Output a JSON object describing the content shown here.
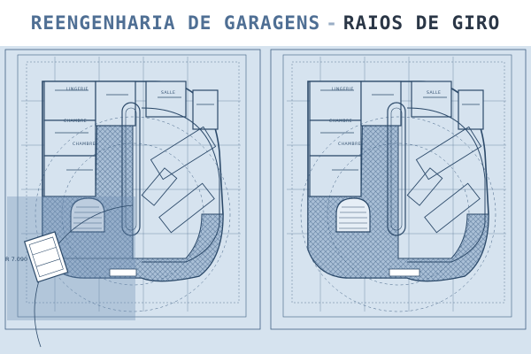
{
  "title": {
    "part1": "REENGENHARIA DE GARAGENS",
    "separator": "-",
    "part2": "RAIOS DE GIRO"
  },
  "plans": {
    "left": {
      "radius_label": "R 7.090",
      "room_labels": [
        "LINGERIE",
        "SALLE",
        "CHAMBRE",
        "CHAMBRE"
      ],
      "turning_radius_overlay": true
    },
    "right": {
      "room_labels": [
        "LINGERIE",
        "SALLE",
        "CHAMBRE",
        "CHAMBRE"
      ],
      "turning_radius_overlay": false
    }
  },
  "colors": {
    "title_dark_blue": "#4f6f94",
    "title_light": "#9aaec5",
    "title_black": "#2a3646",
    "blueprint_bg": "#d6e3ef",
    "blueprint_line": "#2c4a6a",
    "hatch_fill": "#9ab3cd",
    "overlay": "#6f90b4"
  }
}
